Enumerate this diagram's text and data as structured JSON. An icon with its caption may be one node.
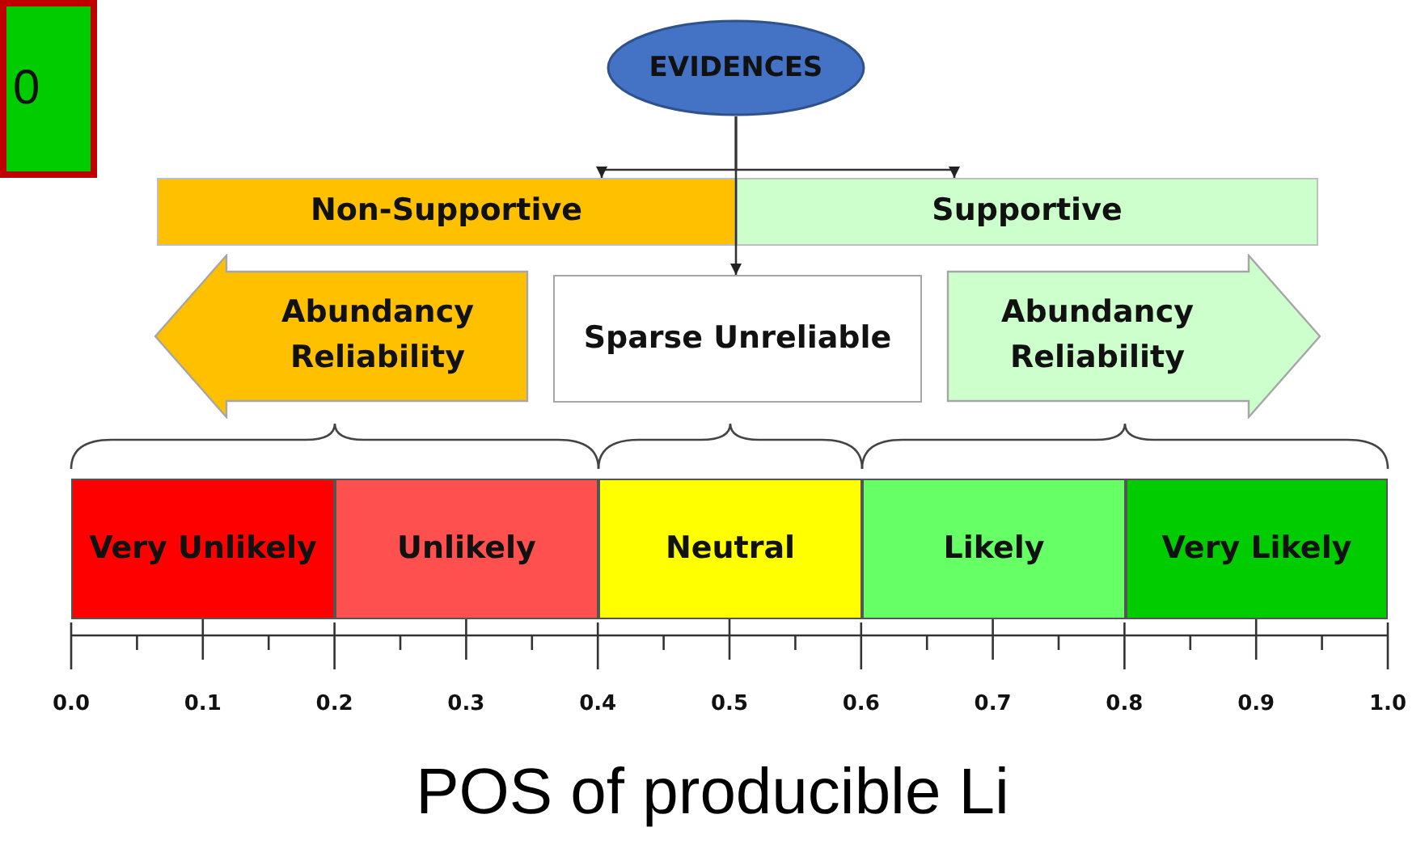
{
  "diagram": {
    "caption": "POS of producible Li",
    "nodes": [
      {
        "text": [
          "0"
        ]
      },
      {
        "text": [
          "EVIDENCES"
        ]
      },
      {
        "text": [
          "Non-Supportive"
        ]
      },
      {
        "text": [
          "Supportive"
        ]
      },
      {
        "text": [
          "Abundancy Reliability"
        ]
      },
      {
        "text": [
          "Sparse Unreliable"
        ]
      },
      {
        "text": [
          "Abundancy Reliability"
        ]
      },
      {
        "text": [
          "Very Unlikely"
        ]
      },
      {
        "text": [
          "Unlikely"
        ]
      },
      {
        "text": [
          "Neutral"
        ]
      },
      {
        "text": [
          "Likely"
        ]
      },
      {
        "text": [
          "Very Likely"
        ]
      }
    ],
    "edges": [
      {
        "from": 1,
        "to": 2,
        "arrow": "to"
      },
      {
        "from": 1,
        "to": 3,
        "arrow": "to"
      },
      {
        "from": 1,
        "to": 5,
        "arrow": "to"
      }
    ],
    "labels": [
      "0.0",
      "0.1",
      "0.2",
      "0.3",
      "0.4",
      "0.5",
      "0.6",
      "0.7",
      "0.8",
      "0.9",
      "1.0"
    ]
  }
}
